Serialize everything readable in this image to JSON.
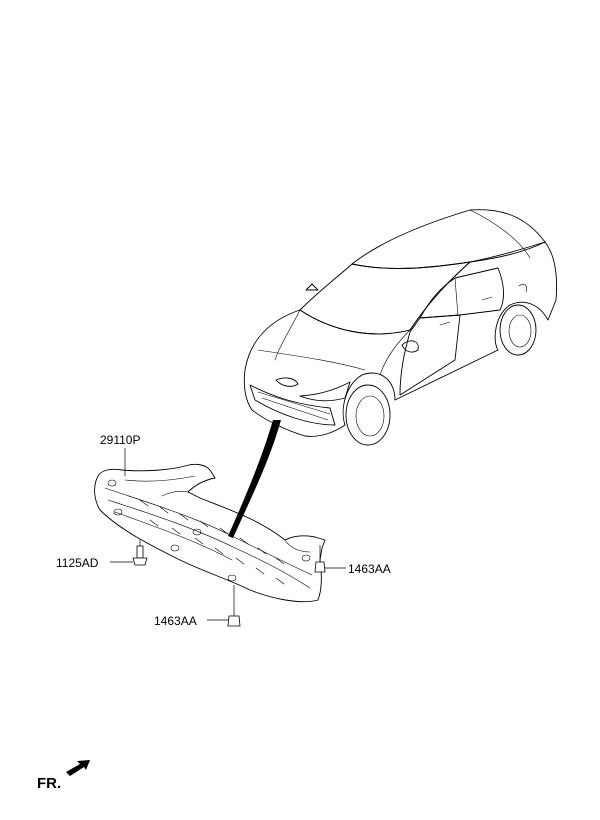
{
  "parts": {
    "undercover": "29110P",
    "bolt": "1125AD",
    "clip_right": "1463AA",
    "clip_bottom": "1463AA"
  },
  "orientation": {
    "front_label": "FR."
  }
}
